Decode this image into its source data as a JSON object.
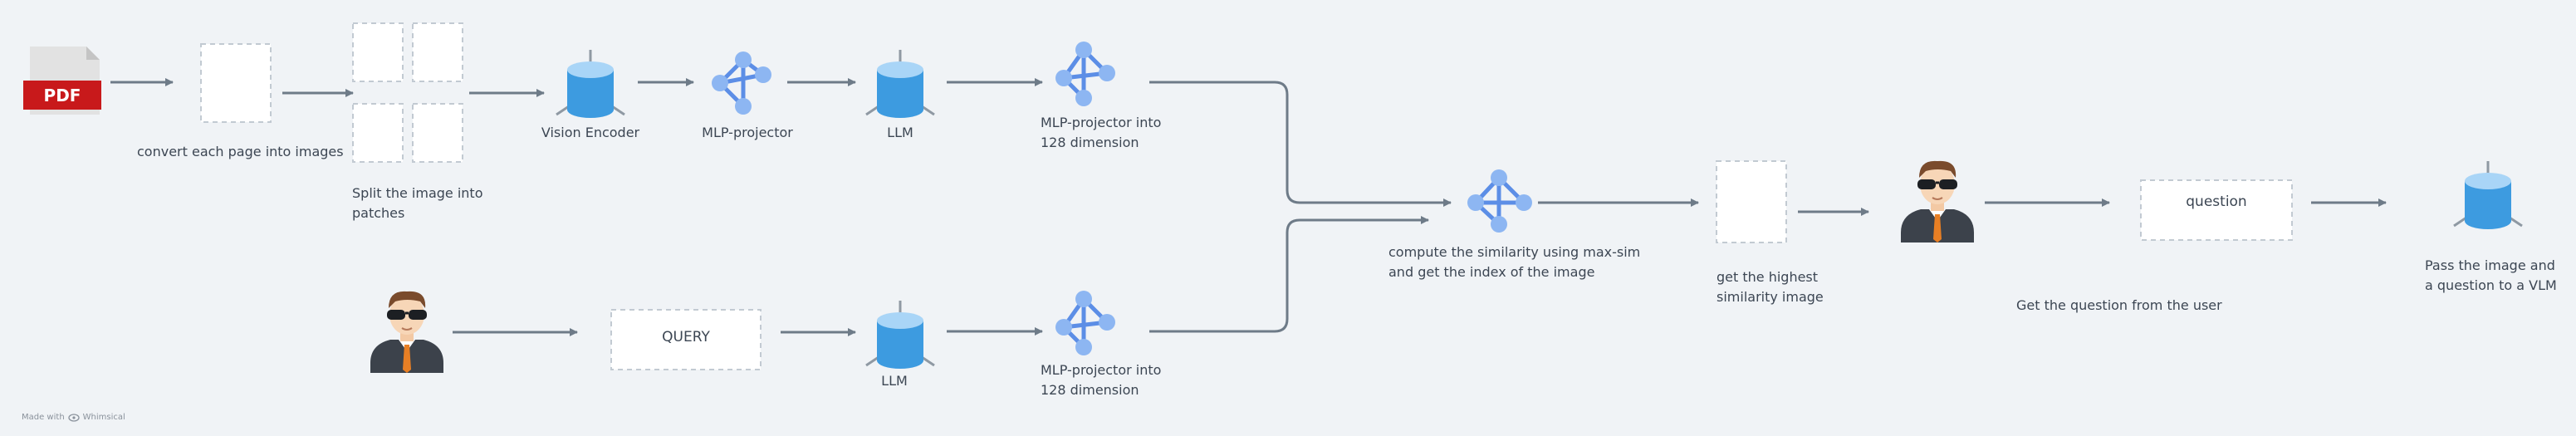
{
  "labels": {
    "convert": "convert each page into images",
    "split": "Split the image into\npatches",
    "vision_encoder": "Vision Encoder",
    "mlp_projector": "MLP-projector",
    "llm_top": "LLM",
    "mlp128_top": "MLP-projector into\n128 dimension",
    "similarity": "compute the similarity using max-sim\nand get the index of the image",
    "highest": "get the  highest\nsimilarity image",
    "question_from_user": "Get the question from the user",
    "pass_vlm": "Pass the image and\na question to a VLM",
    "llm_bottom": "LLM",
    "mlp128_bottom": "MLP-projector into\n128 dimension"
  },
  "boxes": {
    "query": "QUERY",
    "question": "question"
  },
  "pdf_icon_text": "PDF",
  "footer": {
    "made_with": "Made with",
    "brand": "Whimsical"
  },
  "icons": [
    "pdf-icon",
    "page-image-icon",
    "patch-grid-icon",
    "database-icon",
    "network-icon",
    "user-avatar-icon"
  ],
  "colors": {
    "background": "#f0f3f6",
    "arrow": "#6e7b88",
    "db_body": "#3d9be0",
    "db_top": "#a9d5f7",
    "network_node": "#8db6f2",
    "network_edge": "#5c8ee6",
    "pdf_red": "#c8191b"
  }
}
